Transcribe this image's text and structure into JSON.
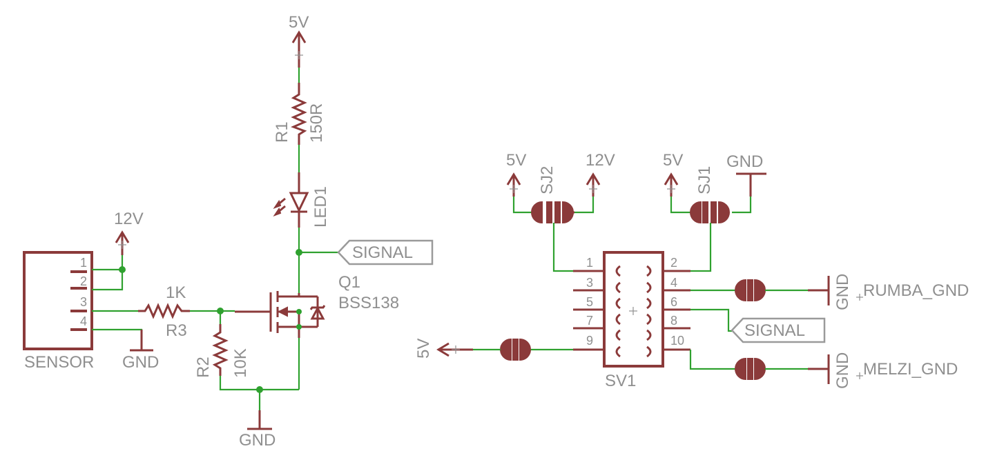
{
  "power": {
    "v5": "5V",
    "v12": "12V",
    "gnd": "GND"
  },
  "components": {
    "sensor": {
      "ref": "SENSOR",
      "pins": [
        "1",
        "2",
        "3",
        "4"
      ]
    },
    "r1": {
      "ref": "R1",
      "value": "150R"
    },
    "r2": {
      "ref": "R2",
      "value": "10K"
    },
    "r3": {
      "ref": "R3",
      "value": "1K"
    },
    "led1": {
      "ref": "LED1"
    },
    "q1": {
      "ref": "Q1",
      "value": "BSS138"
    },
    "sj1": {
      "ref": "SJ1"
    },
    "sj2": {
      "ref": "SJ2"
    },
    "sv1": {
      "ref": "SV1",
      "pins": [
        "1",
        "2",
        "3",
        "4",
        "5",
        "6",
        "7",
        "8",
        "9",
        "10"
      ]
    }
  },
  "nets": {
    "signal": "SIGNAL",
    "rumba_gnd": "RUMBA_GND",
    "melzi_gnd": "MELZI_GND"
  },
  "colors": {
    "component": "#8b3a3a",
    "wire": "#2fa12f",
    "text": "#8f8f8f"
  }
}
